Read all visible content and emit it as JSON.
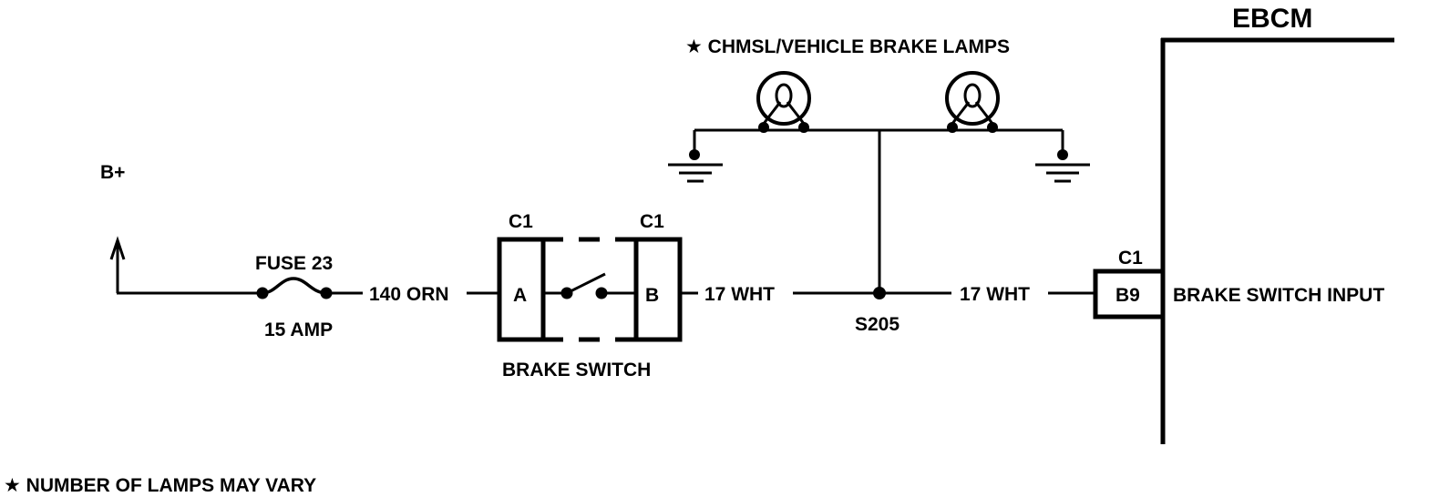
{
  "diagram": {
    "supply": {
      "label": "B+"
    },
    "fuse": {
      "name": "FUSE 23",
      "rating": "15 AMP"
    },
    "wire_orn": "140 ORN",
    "brake_switch": {
      "name": "BRAKE SWITCH",
      "connector_left": "C1",
      "connector_right": "C1",
      "pin_a": "A",
      "pin_b": "B"
    },
    "wire_wht_1": "17 WHT",
    "splice": "S205",
    "wire_wht_2": "17 WHT",
    "lamps": {
      "label": "★ CHMSL/VEHICLE BRAKE LAMPS"
    },
    "ebcm": {
      "name": "EBCM",
      "connector": "C1",
      "pin": "B9",
      "input_label": "BRAKE SWITCH INPUT"
    },
    "footnote": "★ NUMBER OF LAMPS MAY VARY"
  }
}
